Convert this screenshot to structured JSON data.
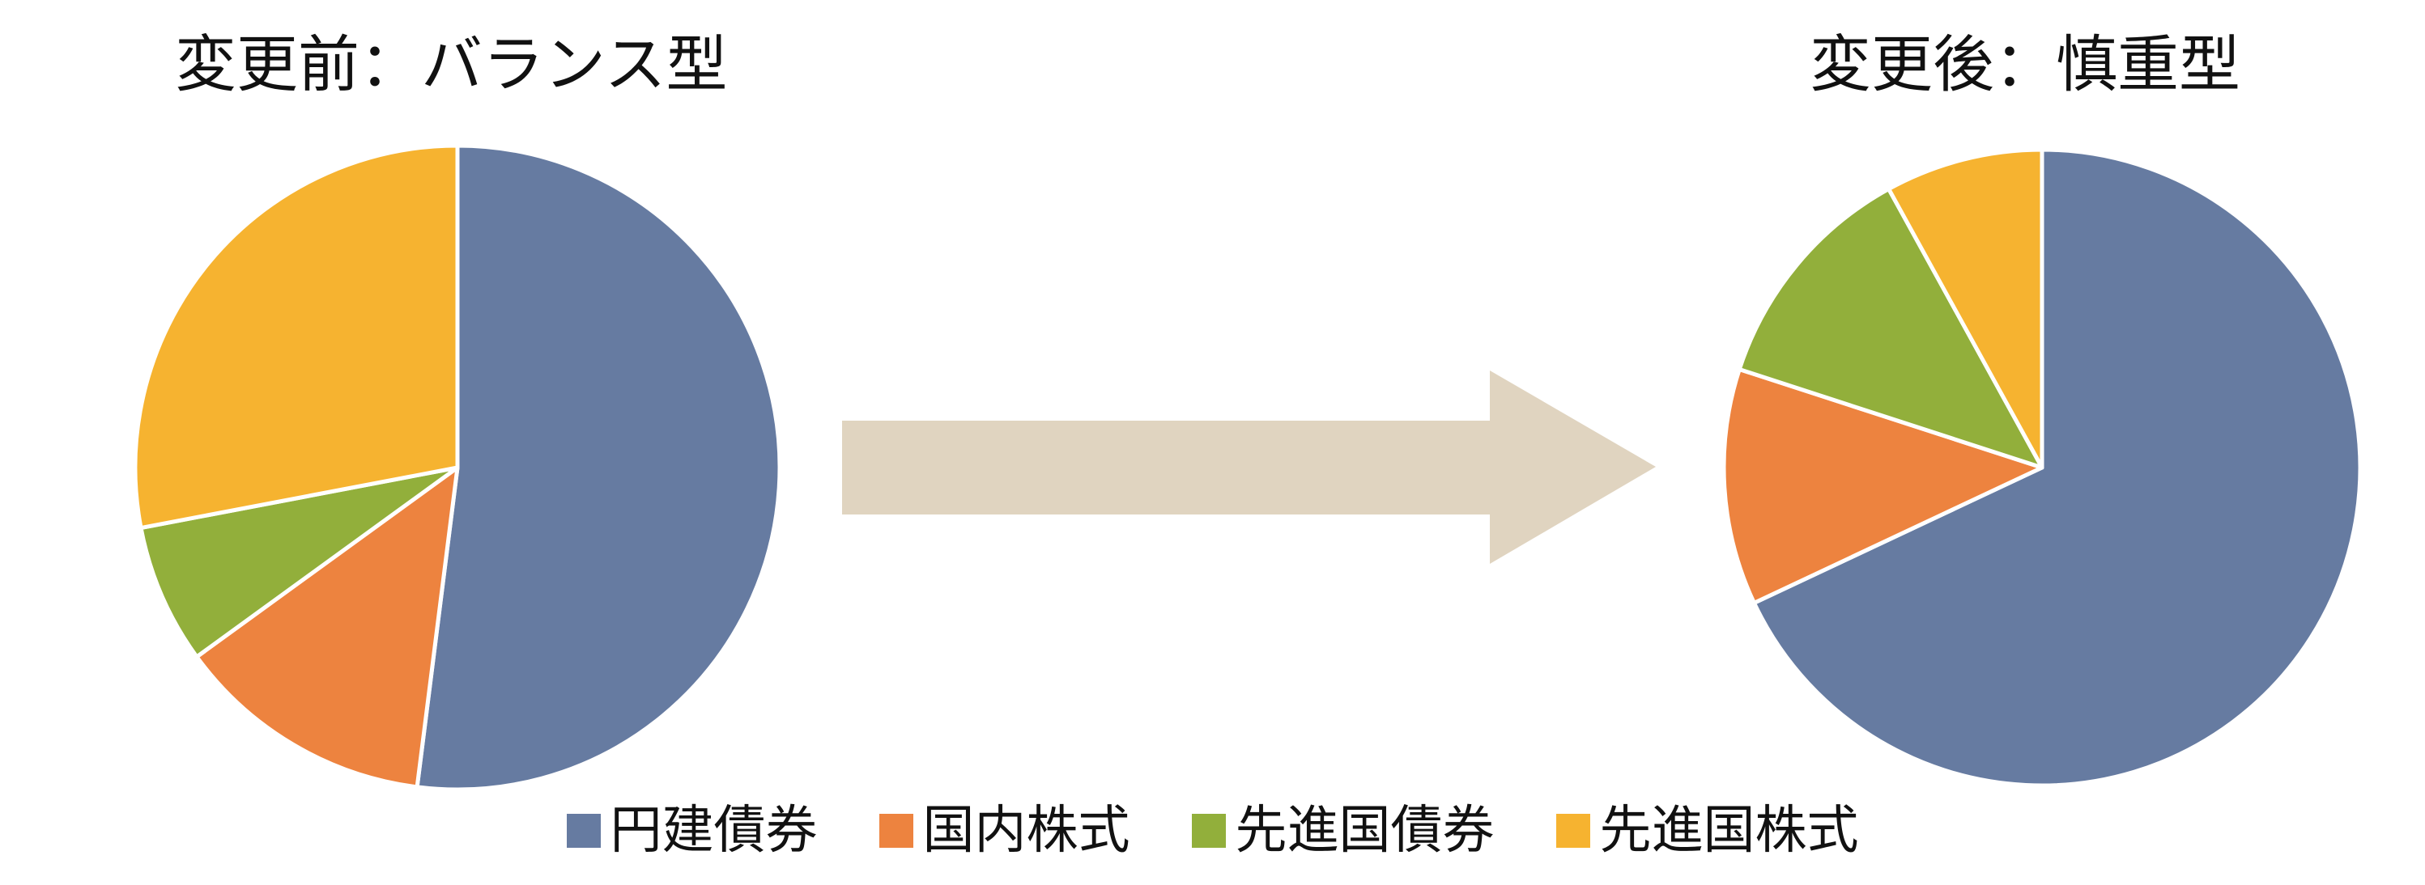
{
  "colors": {
    "円建債券": "#667BA1",
    "国内株式": "#ED833F",
    "先進国債券": "#92AF3B",
    "先進国株式": "#F6B330",
    "arrow": "#E0D4C0",
    "slice_border": "#FFFFFF"
  },
  "legend": {
    "items": [
      {
        "label": "円建債券",
        "color": "#667BA1"
      },
      {
        "label": "国内株式",
        "color": "#ED833F"
      },
      {
        "label": "先進国債券",
        "color": "#92AF3B"
      },
      {
        "label": "先進国株式",
        "color": "#F6B330"
      }
    ]
  },
  "arrow": {
    "icon": "right-arrow-icon",
    "direction": "right"
  },
  "chart_data": [
    {
      "type": "pie",
      "title": "変更前：バランス型",
      "start": "top",
      "direction": "clockwise",
      "slices": [
        {
          "label": "円建債券",
          "value": 52
        },
        {
          "label": "国内株式",
          "value": 13
        },
        {
          "label": "先進国債券",
          "value": 7
        },
        {
          "label": "先進国株式",
          "value": 28
        }
      ]
    },
    {
      "type": "pie",
      "title": "変更後：慎重型",
      "start": "top",
      "direction": "clockwise",
      "slices": [
        {
          "label": "円建債券",
          "value": 68
        },
        {
          "label": "国内株式",
          "value": 12
        },
        {
          "label": "先進国債券",
          "value": 12
        },
        {
          "label": "先進国株式",
          "value": 8
        }
      ]
    }
  ]
}
